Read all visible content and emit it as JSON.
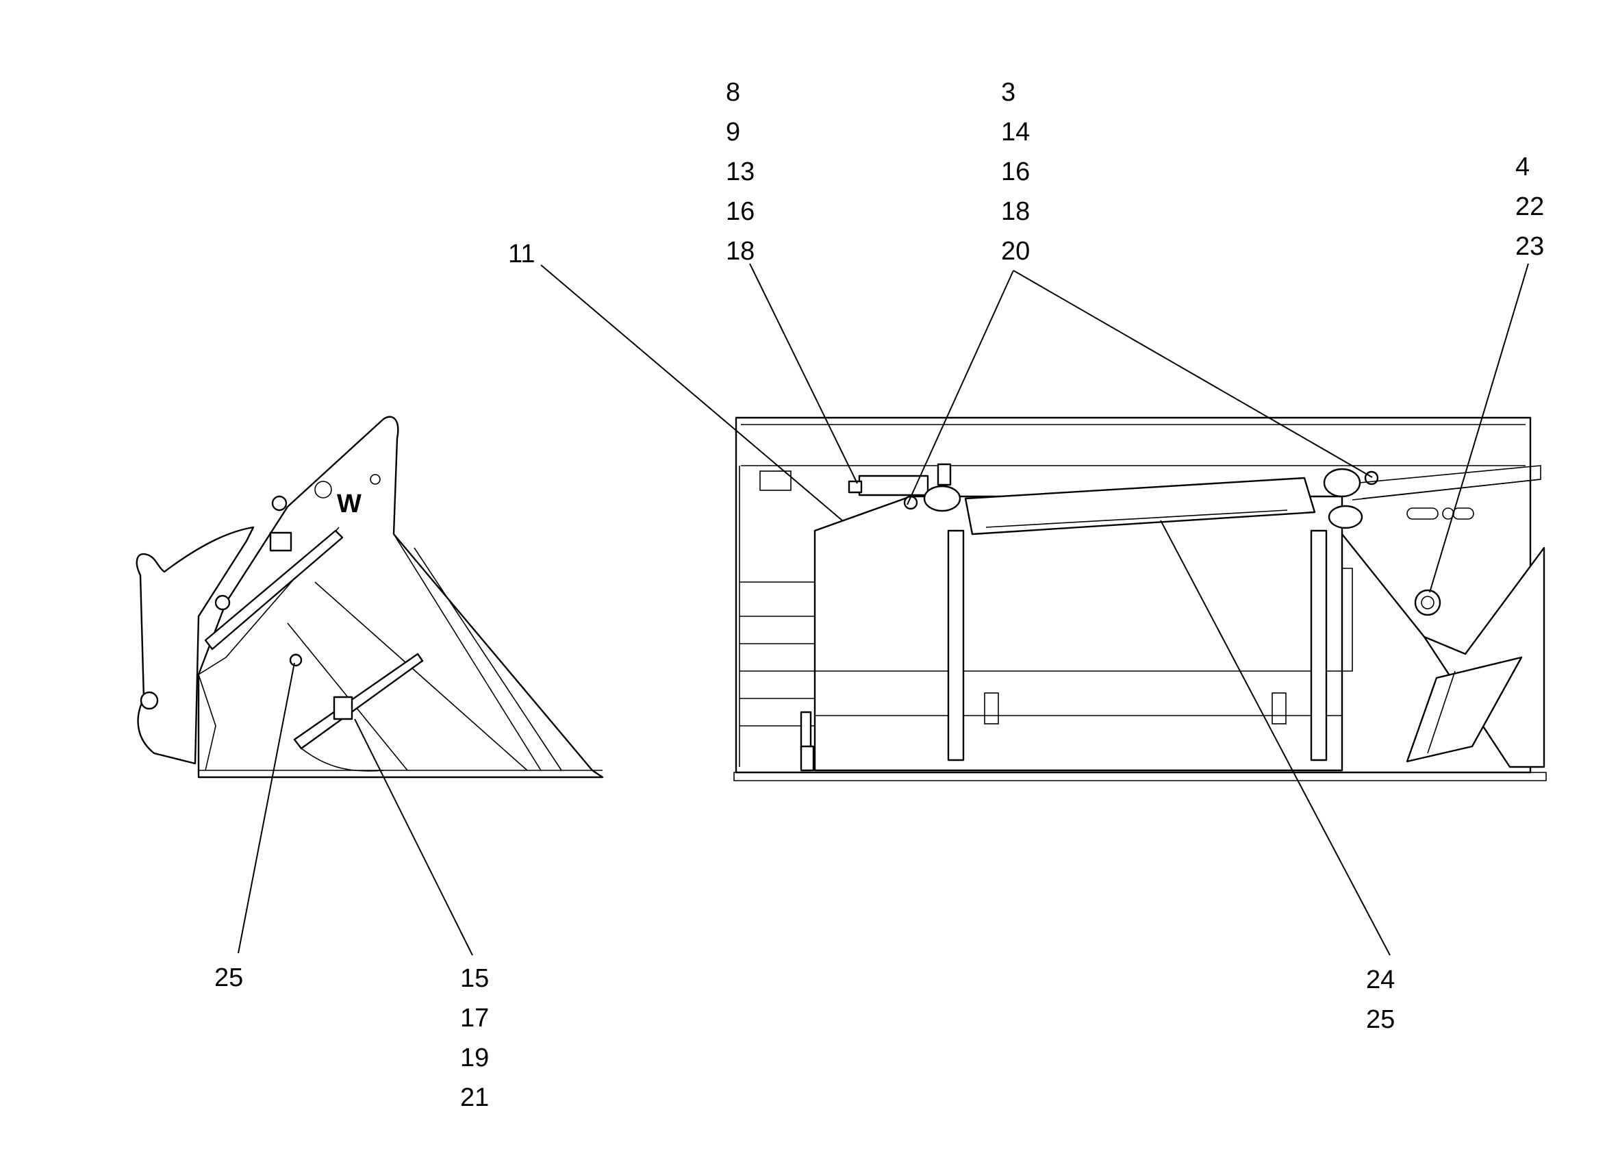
{
  "logo_text": "W",
  "callouts": {
    "top_left_stack": [
      "8",
      "9",
      "13",
      "16",
      "18"
    ],
    "top_mid_stack": [
      "3",
      "14",
      "16",
      "18",
      "20"
    ],
    "top_right_stack": [
      "4",
      "22",
      "23"
    ],
    "label_11": "11",
    "label_25_side": "25",
    "side_lower_stack": [
      "15",
      "17",
      "19",
      "21"
    ],
    "front_lower_stack": [
      "24",
      "25"
    ]
  }
}
